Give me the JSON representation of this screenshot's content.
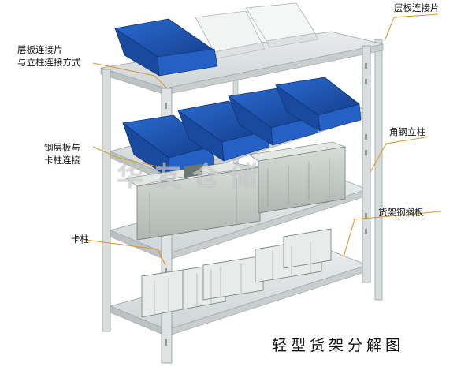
{
  "labels": {
    "top_right": "层板连接片",
    "top_left_line1": "层板连接片",
    "top_left_line2": "与立柱连接方式",
    "mid_left_line1": "钢层板与",
    "mid_left_line2": "卡柱连接",
    "angle_post": "角钢立柱",
    "beam": "货架钢搁板",
    "clip": "卡柱"
  },
  "caption": "轻型货架分解图",
  "watermark": "华友仓储",
  "colors": {
    "shelf": "#dfe3e3",
    "post": "#d9dddd",
    "bin_blue": "#1f55b0",
    "bin_white": "#f2f4f4",
    "crate": "#c8cfcb",
    "leader": "#d79b2c"
  }
}
